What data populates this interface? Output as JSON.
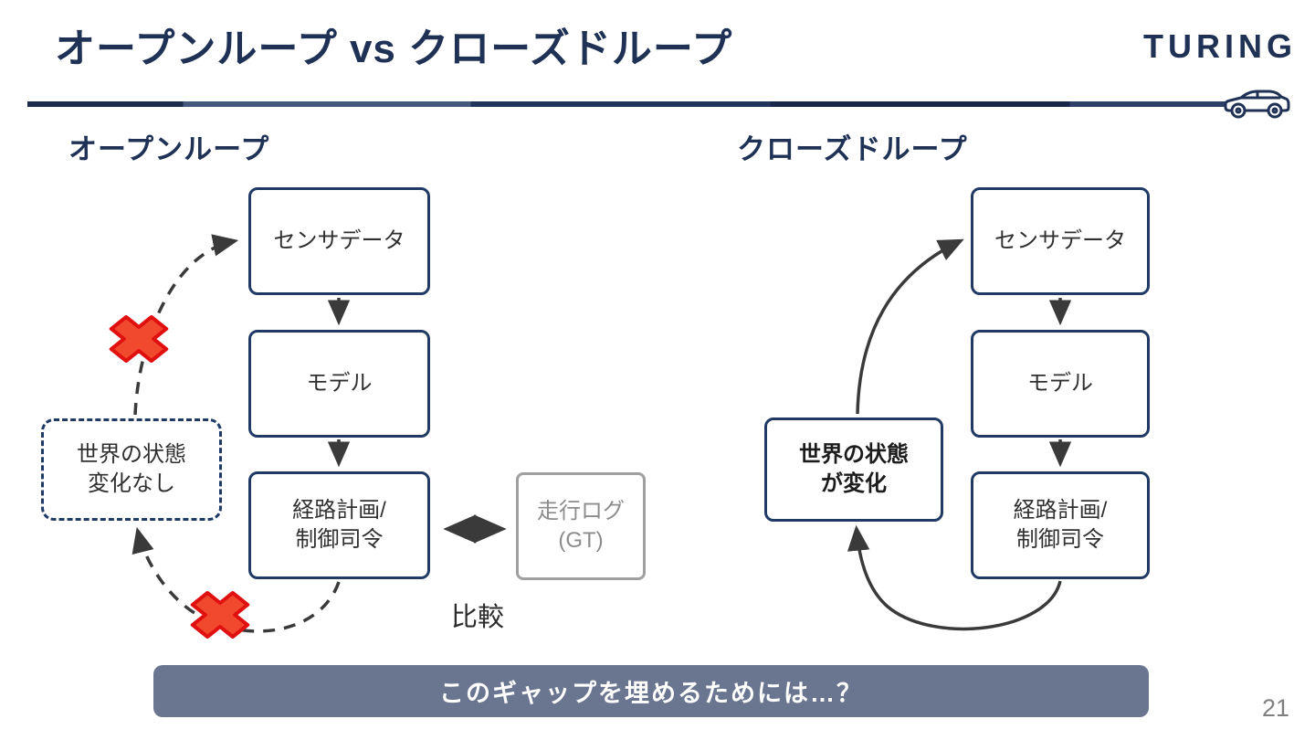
{
  "colors": {
    "navy": "#1f3155",
    "navy_border": "#203a66",
    "box_text": "#303030",
    "arrow": "#3a3a3a",
    "gray_border": "#a0a0a0",
    "gray_text": "#8c8c8c",
    "banner_bg": "#6a7590",
    "banner_text": "#ffffff",
    "redx_fill": "#f0492d",
    "redx_stroke": "#e01010",
    "page_num": "#7f7f7f"
  },
  "header": {
    "title": "オープンループ vs クローズドループ",
    "logo": "TURING"
  },
  "sections": {
    "open_loop": {
      "heading": "オープンループ",
      "boxes": {
        "sensor": "センサデータ",
        "model": "モデル",
        "plan": "経路計画/\n制御司令",
        "world": "世界の状態\n変化なし",
        "log": "走行ログ\n(GT)"
      },
      "compare_label": "比較"
    },
    "closed_loop": {
      "heading": "クローズドループ",
      "boxes": {
        "sensor": "センサデータ",
        "model": "モデル",
        "plan": "経路計画/\n制御司令",
        "world": "世界の状態\nが変化"
      }
    }
  },
  "banner": {
    "text": "このギャップを埋めるためには…？"
  },
  "page_number": "21"
}
